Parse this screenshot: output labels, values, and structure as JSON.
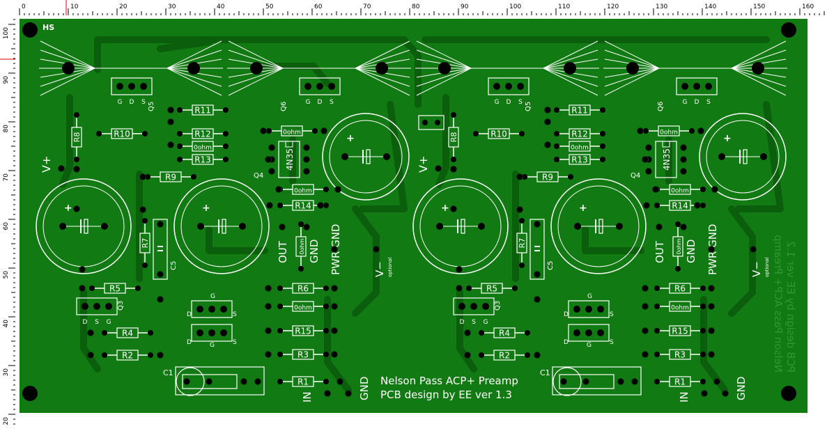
{
  "ruler": {
    "unit": "mm",
    "top_labels": [
      "0",
      "10",
      "20",
      "30",
      "40",
      "50",
      "60",
      "70",
      "80",
      "90",
      "100",
      "110",
      "120",
      "130",
      "140",
      "150",
      "160"
    ],
    "left_labels": [
      "100",
      "90",
      "80",
      "70",
      "60",
      "50",
      "40",
      "30",
      "20"
    ]
  },
  "board": {
    "hs_label": "HS",
    "title_line1": "Nelson Pass ACP+ Preamp",
    "title_line2": "PCB design by EE ver 1.3",
    "mirror_line1": "Nelson Pass ACP+ Preamp",
    "mirror_line2": "PCB design by EE ver 1.2",
    "colors": {
      "board": "#127a12",
      "copper": "#0b5e0b",
      "silk": "#ffffff",
      "pad": "#000000"
    }
  },
  "channel": {
    "resistors": [
      "R11",
      "R10",
      "R12",
      "0ohm",
      "R13",
      "R8",
      "R9",
      "R14",
      "R7",
      "R5",
      "R6",
      "0ohm",
      "R4",
      "R15",
      "R2",
      "R3",
      "R1",
      "0ohm",
      "0ohm",
      "0ohm"
    ],
    "transistors": {
      "q5": "Q5",
      "q6": "Q6",
      "q4": "Q4",
      "q3": "Q3"
    },
    "pin_labels_gds": [
      "G",
      "D",
      "S"
    ],
    "pin_labels_dsg": [
      "D",
      "S",
      "G"
    ],
    "ic": "4N35",
    "caps": {
      "c5": "C5",
      "c1": "C1"
    },
    "terminals": {
      "vplus": "V+",
      "out": "OUT",
      "gnd": "GND",
      "pwrgnd": "PWR GND",
      "vminus": "V−",
      "optional": "optional",
      "in": "IN",
      "gnd2": "GND"
    },
    "plus": "+"
  }
}
